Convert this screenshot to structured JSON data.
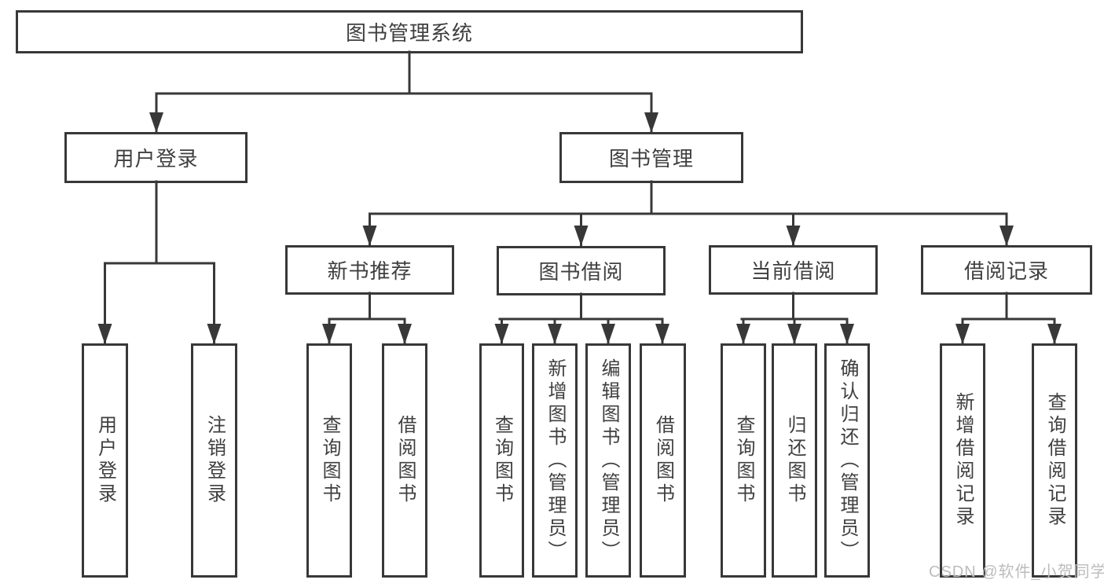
{
  "diagram": {
    "title": "图书管理系统",
    "user_login": {
      "label": "用户登录",
      "children": [
        "用户登录",
        "注销登录"
      ]
    },
    "book_management": {
      "label": "图书管理",
      "sections": [
        {
          "label": "新书推荐",
          "children": [
            "查询图书",
            "借阅图书"
          ]
        },
        {
          "label": "图书借阅",
          "children": [
            "查询图书",
            "新增图书（管理员）",
            "编辑图书（管理员）",
            "借阅图书"
          ]
        },
        {
          "label": "当前借阅",
          "children": [
            "查询图书",
            "归还图书",
            "确认归还（管理员）"
          ]
        },
        {
          "label": "借阅记录",
          "children": [
            "新增借阅记录",
            "查询借阅记录"
          ]
        }
      ]
    }
  },
  "watermark": "CSDN @软件_小贺同学",
  "colors": {
    "line": "#383838",
    "text": "#3f3f3f",
    "watermark": "#bcbcbc",
    "background": "#ffffff"
  }
}
